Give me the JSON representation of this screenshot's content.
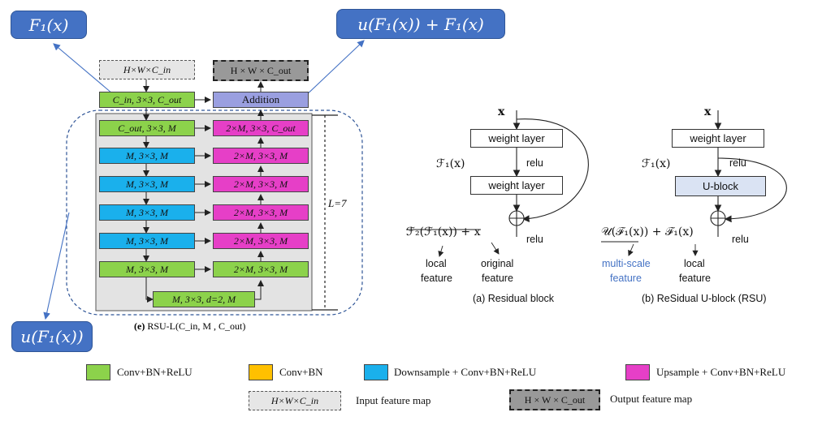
{
  "callouts": {
    "f1": "F₁(x)",
    "sum": "u(F₁(x)) + F₁(x)",
    "u": "u(F₁(x))"
  },
  "rsu": {
    "input_box": "H×W×C_in",
    "output_box": "H × W × C_out",
    "first_conv": "C_in, 3×3, C_out",
    "addition": "Addition",
    "encoder": [
      "C_out, 3×3, M",
      "M, 3×3, M",
      "M, 3×3, M",
      "M, 3×3, M",
      "M, 3×3, M",
      "M, 3×3, M"
    ],
    "decoder": [
      "2×M, 3×3, C_out",
      "2×M, 3×3, M",
      "2×M, 3×3, M",
      "2×M, 3×3, M",
      "2×M, 3×3, M",
      "2×M, 3×3, M"
    ],
    "bottom": "M, 3×3, d=2, M",
    "depth_label": "L=7",
    "caption_prefix": "(e)",
    "caption": "RSU-L(C_in, M , C_out)"
  },
  "residual": {
    "x": "x",
    "layer1": "weight layer",
    "relu1": "relu",
    "f1x": "ℱ₁(x)",
    "layer2": "weight layer",
    "relu2": "relu",
    "formula": "ℱ₂(ℱ₁(x)) + x",
    "local": "local",
    "local2": "feature",
    "original": "original",
    "original2": "feature",
    "caption": "(a) Residual block"
  },
  "rsu_block": {
    "x": "x",
    "layer1": "weight layer",
    "relu1": "relu",
    "f1x": "ℱ₁(x)",
    "ublock": "U-block",
    "relu2": "relu",
    "formula": "𝒰(ℱ₁(x)) + ℱ₁(x)",
    "multi": "multi-scale",
    "multi2": "feature",
    "local": "local",
    "local2": "feature",
    "caption": "(b) ReSidual U-block (RSU)"
  },
  "legend": {
    "conv_bn_relu": "Conv+BN+ReLU",
    "conv_bn": "Conv+BN",
    "down": "Downsample + Conv+BN+ReLU",
    "up": "Upsample + Conv+BN+ReLU",
    "input_sw": "H×W×C_in",
    "input": "Input feature map",
    "output_sw": "H × W × C_out",
    "output": "Output feature map"
  },
  "colors": {
    "green": "#8cd24b",
    "blue": "#1ab0ec",
    "pink": "#e63fc7",
    "orange": "#ffc000",
    "purple": "#9a9fe0",
    "callout": "#4472c4",
    "highlight": "#dae3f3"
  }
}
